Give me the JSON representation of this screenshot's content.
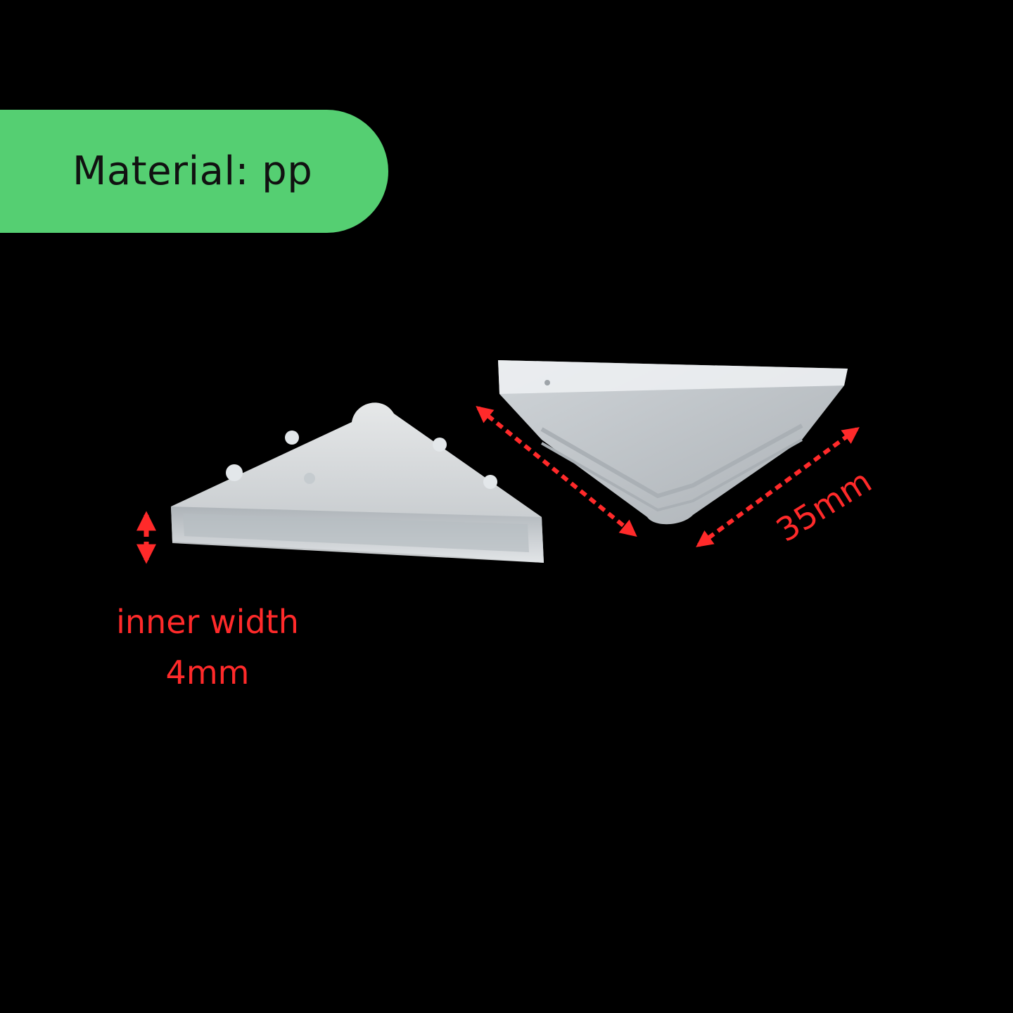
{
  "material_badge": {
    "text": "Material: pp",
    "color": "#55CF72",
    "text_color": "#111111"
  },
  "annotations": {
    "inner_width_line1": "inner width",
    "inner_width_line2": "4mm",
    "length": "35mm",
    "color": "#FF2A2A"
  },
  "objects": [
    {
      "name": "corner-protector-front",
      "color": "#E8EDF0"
    },
    {
      "name": "corner-protector-back",
      "color": "#E8EDF0"
    }
  ]
}
